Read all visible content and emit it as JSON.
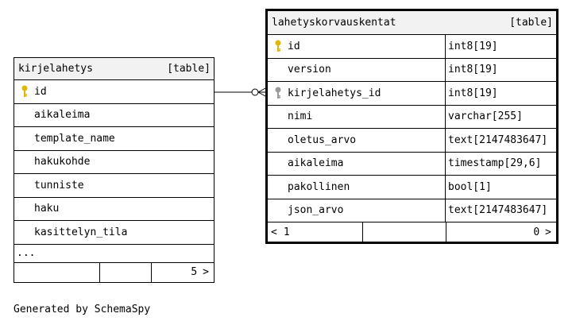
{
  "tables": {
    "kirjelahetys": {
      "name": "kirjelahetys",
      "kind": "[table]",
      "columns": [
        {
          "name": "id",
          "key": "primary"
        },
        {
          "name": "aikaleima"
        },
        {
          "name": "template_name"
        },
        {
          "name": "hakukohde"
        },
        {
          "name": "tunniste"
        },
        {
          "name": "haku"
        },
        {
          "name": "kasittelyn_tila"
        }
      ],
      "more": "...",
      "footer_count": "5",
      "footer_arrow": ">"
    },
    "lahetyskorvauskentat": {
      "name": "lahetyskorvauskentat",
      "kind": "[table]",
      "columns": [
        {
          "name": "id",
          "type": "int8[19]",
          "key": "primary"
        },
        {
          "name": "version",
          "type": "int8[19]"
        },
        {
          "name": "kirjelahetys_id",
          "type": "int8[19]",
          "key": "foreign"
        },
        {
          "name": "nimi",
          "type": "varchar[255]"
        },
        {
          "name": "oletus_arvo",
          "type": "text[2147483647]"
        },
        {
          "name": "aikaleima",
          "type": "timestamp[29,6]"
        },
        {
          "name": "pakollinen",
          "type": "bool[1]"
        },
        {
          "name": "json_arvo",
          "type": "text[2147483647]"
        }
      ],
      "footer_left_arrow": "<",
      "footer_left_count": "1",
      "footer_count": "0",
      "footer_arrow": ">"
    }
  },
  "generated_by": "Generated by SchemaSpy",
  "colors": {
    "primary_key": "#e0b800",
    "foreign_key": "#9a9a9a",
    "header_bg": "#f2f2f2"
  }
}
